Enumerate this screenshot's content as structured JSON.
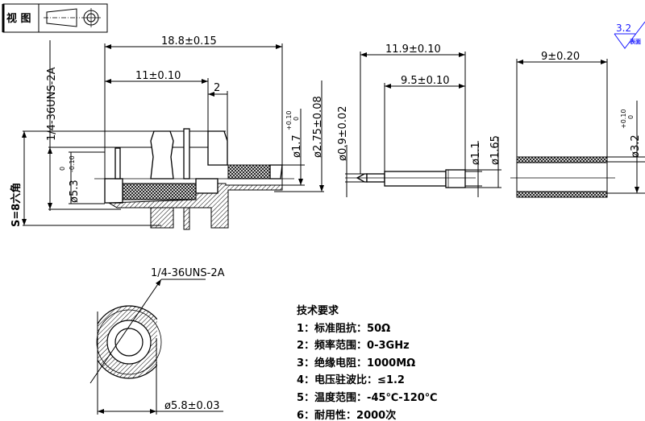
{
  "title_block": {
    "label": "视  图"
  },
  "roughness": {
    "value": "3.2",
    "note": "表面",
    "color": "#1a1aff"
  },
  "main_view": {
    "overall_length": "18.8±0.15",
    "body_length": "11±0.10",
    "step": "2",
    "thread": "1/4-36UNS-2A",
    "hex": "S=8六角",
    "dia_body": "ø5.3",
    "dia_body_tol_upper": "0",
    "dia_body_tol_lower": "-0.10",
    "dia_inner": "ø1.7",
    "dia_inner_tol_upper": "+0.10",
    "dia_inner_tol_lower": "0",
    "dia_tail": "ø2.75±0.08"
  },
  "pin_view": {
    "overall_length": "11.9±0.10",
    "body_length": "9.5±0.10",
    "dia_tip": "ø0.9±0.02",
    "dia_1": "ø1.1",
    "dia_2": "ø1.65"
  },
  "sleeve_view": {
    "length": "9±0.20",
    "dia": "ø3.2",
    "dia_tol_upper": "+0.10",
    "dia_tol_lower": "0"
  },
  "end_view": {
    "thread": "1/4-36UNS-2A",
    "flat_dim": "ø5.8±0.03"
  },
  "specs": {
    "title": "技术要求",
    "items": [
      "1：标准阻抗：50Ω",
      "2：频率范围：0-3GHz",
      "3：绝缘电阻：1000MΩ",
      "4：电压驻波比：≤1.2",
      "5：温度范围：-45℃-120℃",
      "6：耐用性：2000次"
    ]
  }
}
